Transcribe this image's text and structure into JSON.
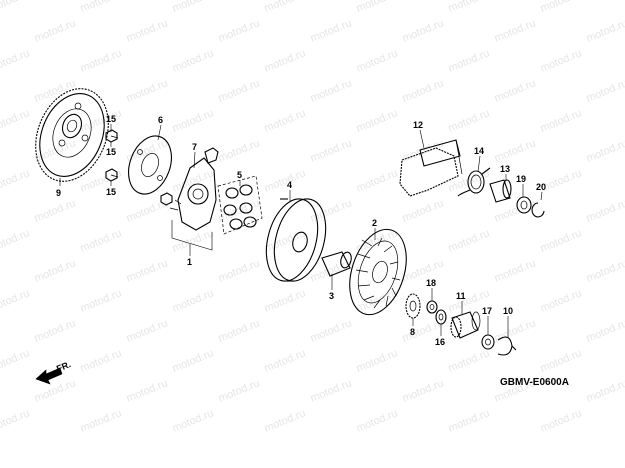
{
  "watermark": {
    "text": "motod.ru"
  },
  "direction_marker": {
    "label": "FR."
  },
  "diagram_code": "GBMV-E0600A",
  "callouts": [
    {
      "id": "p9",
      "label": "9"
    },
    {
      "id": "p15a",
      "label": "15"
    },
    {
      "id": "p15b",
      "label": "15"
    },
    {
      "id": "p15c",
      "label": "15"
    },
    {
      "id": "p6",
      "label": "6"
    },
    {
      "id": "p7",
      "label": "7"
    },
    {
      "id": "p5",
      "label": "5"
    },
    {
      "id": "p1",
      "label": "1"
    },
    {
      "id": "p4",
      "label": "4"
    },
    {
      "id": "p3",
      "label": "3"
    },
    {
      "id": "p2",
      "label": "2"
    },
    {
      "id": "p12",
      "label": "12"
    },
    {
      "id": "p14",
      "label": "14"
    },
    {
      "id": "p13",
      "label": "13"
    },
    {
      "id": "p19",
      "label": "19"
    },
    {
      "id": "p20",
      "label": "20"
    },
    {
      "id": "p18",
      "label": "18"
    },
    {
      "id": "p8",
      "label": "8"
    },
    {
      "id": "p16",
      "label": "16"
    },
    {
      "id": "p11",
      "label": "11"
    },
    {
      "id": "p17",
      "label": "17"
    },
    {
      "id": "p10",
      "label": "10"
    }
  ]
}
